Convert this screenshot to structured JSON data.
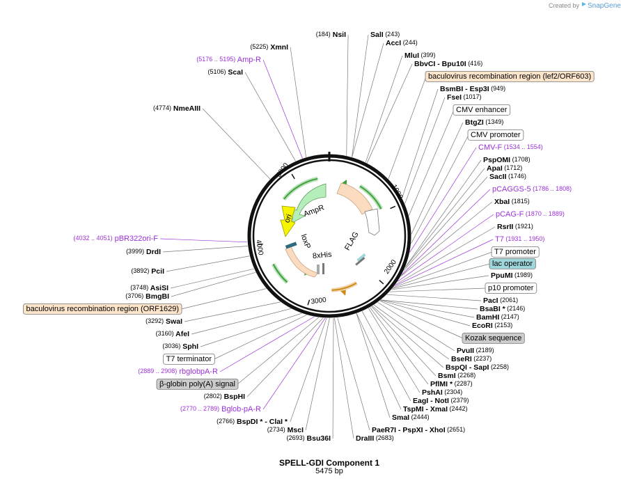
{
  "credit": {
    "prefix": "Created by",
    "brand": "SnapGene"
  },
  "map": {
    "title": "SPELL-GDI Component 1",
    "length": "5475 bp"
  },
  "ruler_labels": [
    "1000",
    "2000",
    "3000",
    "4000",
    "5000"
  ],
  "inner_features": [
    "AmpR",
    "ori",
    "loxP",
    "8xHis",
    "FLAG"
  ],
  "colors": {
    "backbone": "#111111",
    "primer": "#9b30d8",
    "orange_box": "#fde5cc",
    "gray_box": "#cccccc",
    "teal_box": "#9ed6dc",
    "white_box": "#ffffff",
    "arrow_green": "#b6eeb9",
    "arrow_yellow": "#f6f400",
    "arrow_peach": "#fcdcc0"
  },
  "labels": [
    {
      "parts": [
        "(184)",
        "NsiI"
      ],
      "pos": 184
    },
    {
      "parts": [
        "SalI",
        "(243)"
      ],
      "pos": 243
    },
    {
      "parts": [
        "AccI",
        "(244)"
      ],
      "pos": 244
    },
    {
      "parts": [
        "MluI",
        "(399)"
      ],
      "pos": 399
    },
    {
      "parts": [
        "BbvCI",
        "- Bpu10I",
        "(416)"
      ],
      "pos": 416
    },
    {
      "parts": [
        "baculovirus recombination region (lef2/ORF603)"
      ],
      "kind": "orange"
    },
    {
      "parts": [
        "BsmBI",
        "- Esp3I",
        "(949)"
      ],
      "pos": 949
    },
    {
      "parts": [
        "FseI",
        "(1017)"
      ],
      "pos": 1017
    },
    {
      "parts": [
        "CMV enhancer"
      ],
      "kind": "white"
    },
    {
      "parts": [
        "BtgZI",
        "(1349)"
      ],
      "pos": 1349
    },
    {
      "parts": [
        "CMV promoter"
      ],
      "kind": "white"
    },
    {
      "parts": [
        "CMV-F",
        "(1534 .. 1554)"
      ],
      "kind": "primer"
    },
    {
      "parts": [
        "PspOMI",
        "(1708)"
      ],
      "pos": 1708
    },
    {
      "parts": [
        "ApaI",
        "(1712)"
      ],
      "pos": 1712
    },
    {
      "parts": [
        "SacII",
        "(1746)"
      ],
      "pos": 1746
    },
    {
      "parts": [
        "pCAGGS-5",
        "(1786 .. 1808)"
      ],
      "kind": "primer"
    },
    {
      "parts": [
        "XbaI",
        "(1815)"
      ],
      "pos": 1815
    },
    {
      "parts": [
        "pCAG-F",
        "(1870 .. 1889)"
      ],
      "kind": "primer"
    },
    {
      "parts": [
        "RsrII",
        "(1921)"
      ],
      "pos": 1921
    },
    {
      "parts": [
        "T7",
        "(1931 .. 1950)"
      ],
      "kind": "primer"
    },
    {
      "parts": [
        "T7 promoter"
      ],
      "kind": "white"
    },
    {
      "parts": [
        "lac operator"
      ],
      "kind": "teal"
    },
    {
      "parts": [
        "PpuMI",
        "(1989)"
      ],
      "pos": 1989
    },
    {
      "parts": [
        "p10 promoter"
      ],
      "kind": "white"
    },
    {
      "parts": [
        "PacI",
        "(2061)"
      ],
      "pos": 2061
    },
    {
      "parts": [
        "BsaBI *",
        "(2146)"
      ],
      "pos": 2146
    },
    {
      "parts": [
        "BamHI",
        "(2147)"
      ],
      "pos": 2147
    },
    {
      "parts": [
        "EcoRI",
        "(2153)"
      ],
      "pos": 2153
    },
    {
      "parts": [
        "Kozak sequence"
      ],
      "kind": "gray"
    },
    {
      "parts": [
        "PvuII",
        "(2189)"
      ],
      "pos": 2189
    },
    {
      "parts": [
        "BseRI",
        "(2237)"
      ],
      "pos": 2237
    },
    {
      "parts": [
        "BspQI",
        "- SapI",
        "(2258)"
      ],
      "pos": 2258
    },
    {
      "parts": [
        "BsmI",
        "(2268)"
      ],
      "pos": 2268
    },
    {
      "parts": [
        "PflMI *",
        "(2287)"
      ],
      "pos": 2287
    },
    {
      "parts": [
        "PshAI",
        "(2304)"
      ],
      "pos": 2304
    },
    {
      "parts": [
        "EagI",
        "- NotI",
        "(2379)"
      ],
      "pos": 2379
    },
    {
      "parts": [
        "TspMI",
        "- XmaI",
        "(2442)"
      ],
      "pos": 2442
    },
    {
      "parts": [
        "SmaI",
        "(2444)"
      ],
      "pos": 2444
    },
    {
      "parts": [
        "PaeR7I",
        "- PspXI",
        "- XhoI",
        "(2651)"
      ],
      "pos": 2651
    },
    {
      "parts": [
        "DraIII",
        "(2683)"
      ],
      "pos": 2683
    },
    {
      "parts": [
        "(2693)",
        "Bsu36I"
      ],
      "pos": 2693
    },
    {
      "parts": [
        "(2734)",
        "MscI"
      ],
      "pos": 2734
    },
    {
      "parts": [
        "(2766)",
        "BspDI *",
        "- ClaI *"
      ],
      "pos": 2766
    },
    {
      "parts": [
        "(2770 .. 2789)",
        "Bglob-pA-R"
      ],
      "kind": "primer"
    },
    {
      "parts": [
        "(2802)",
        "BspHI"
      ],
      "pos": 2802
    },
    {
      "parts": [
        "β-globin poly(A) signal"
      ],
      "kind": "gray"
    },
    {
      "parts": [
        "(2889 .. 2908)",
        "rbglobpA-R"
      ],
      "kind": "primer"
    },
    {
      "parts": [
        "T7 terminator"
      ],
      "kind": "white"
    },
    {
      "parts": [
        "(3036)",
        "SphI"
      ],
      "pos": 3036
    },
    {
      "parts": [
        "(3160)",
        "AfeI"
      ],
      "pos": 3160
    },
    {
      "parts": [
        "(3292)",
        "SwaI"
      ],
      "pos": 3292
    },
    {
      "parts": [
        "baculovirus recombination region (ORF1629)"
      ],
      "kind": "orange"
    },
    {
      "parts": [
        "(3706)",
        "BmgBI"
      ],
      "pos": 3706
    },
    {
      "parts": [
        "(3748)",
        "AsiSI"
      ],
      "pos": 3748
    },
    {
      "parts": [
        "(3892)",
        "PciI"
      ],
      "pos": 3892
    },
    {
      "parts": [
        "(3999)",
        "DrdI"
      ],
      "pos": 3999
    },
    {
      "parts": [
        "(4032 .. 4051)",
        "pBR322ori-F"
      ],
      "kind": "primer"
    },
    {
      "parts": [
        "(4774)",
        "NmeAIII"
      ],
      "pos": 4774
    },
    {
      "parts": [
        "(5106)",
        "ScaI"
      ],
      "pos": 5106
    },
    {
      "parts": [
        "(5176 .. 5195)",
        "Amp-R"
      ],
      "kind": "primer"
    },
    {
      "parts": [
        "(5225)",
        "XmnI"
      ],
      "pos": 5225
    }
  ]
}
